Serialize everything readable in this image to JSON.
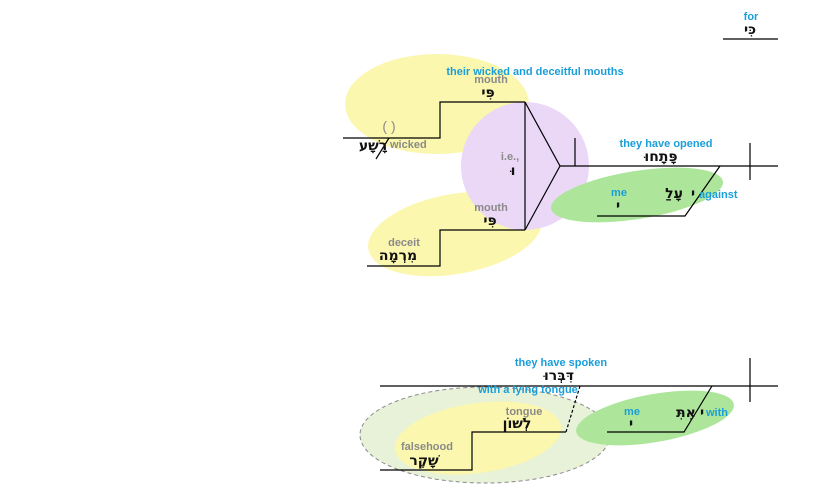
{
  "colors": {
    "english_gloss": "#1a9ed9",
    "gray_gloss": "#8a8a8a",
    "yellow_bubble": "#fbf7ae",
    "purple_bubble": "#ead8f6",
    "green_bubble": "#ade59a",
    "pale_green_bubble": "#e7f2d8"
  },
  "conjunction": {
    "english": "for",
    "hebrew": "כִּי"
  },
  "clause1": {
    "verb": {
      "english": "they have opened",
      "hebrew": "פָּתָחוּ"
    },
    "subject_group_label": "their wicked and deceitful mouths",
    "mouth1": {
      "english": "mouth",
      "hebrew": "פִּי"
    },
    "wicked": {
      "english": "wicked",
      "hebrew": "רָשָׁע",
      "paren": "( )"
    },
    "connector": {
      "english": "i.e.,",
      "hebrew": "וּ"
    },
    "mouth2": {
      "english": "mouth",
      "hebrew": "פִּי"
    },
    "deceit": {
      "english": "deceit",
      "hebrew": "מִרְמָה"
    },
    "prep": {
      "english": "against",
      "hebrew": "עָלַ",
      "hebrew_suffix": "י"
    },
    "object": {
      "english": "me",
      "hebrew": "י"
    }
  },
  "clause2": {
    "verb": {
      "english": "they have spoken",
      "hebrew": "דִּבְּרוּ"
    },
    "phrase_label": "with a lying tongue",
    "tongue": {
      "english": "tongue",
      "hebrew": "לְשׁוֹן"
    },
    "falsehood": {
      "english": "falsehood",
      "hebrew": "שָׁקֶר"
    },
    "prep": {
      "english": "with",
      "hebrew": "אִתִּ",
      "hebrew_suffix": "י"
    },
    "object": {
      "english": "me",
      "hebrew": "י"
    }
  }
}
